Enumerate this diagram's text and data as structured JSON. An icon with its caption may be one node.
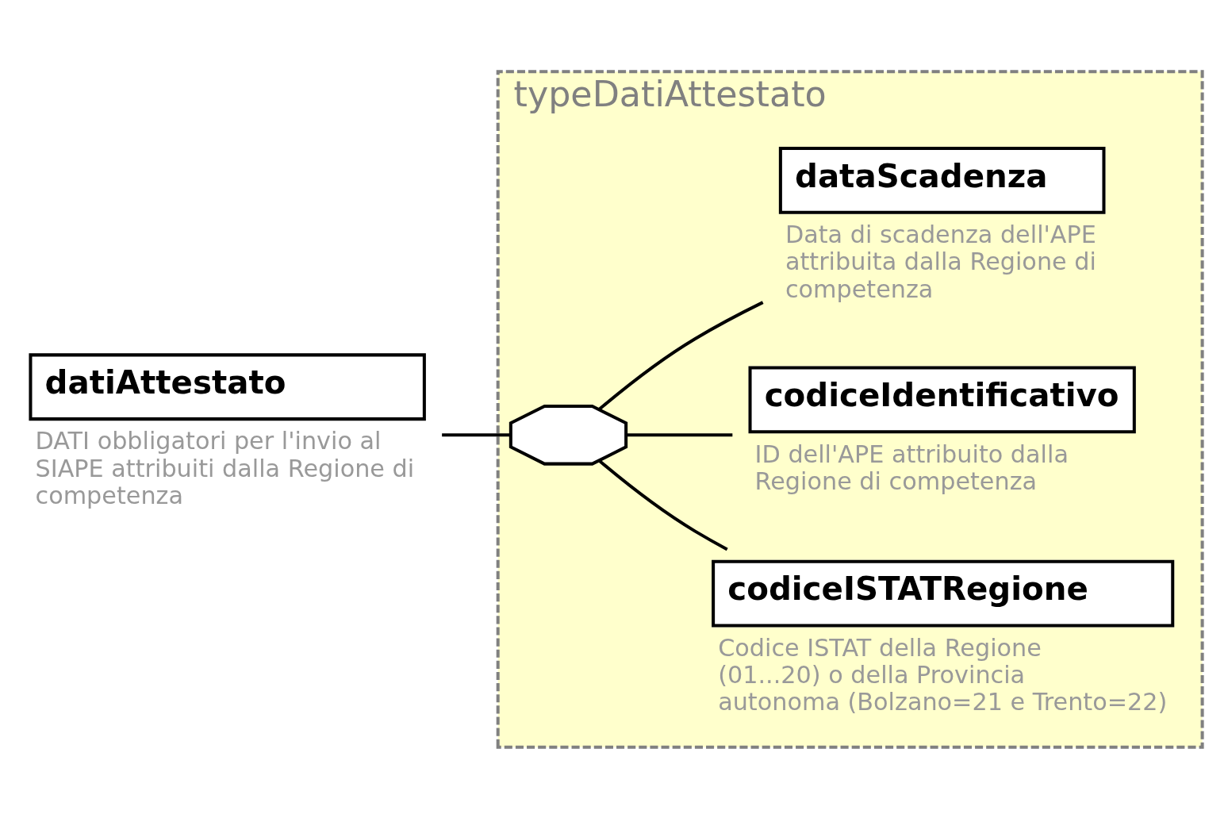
{
  "diagram": {
    "nodes": [
      {
        "text": [
          "typeDatiAttestato"
        ]
      },
      {
        "text": [
          "datiAttestato"
        ],
        "beside": [
          "DATI obbligatori per l'invio al SIAPE attribuiti dalla Regione di competenza"
        ]
      },
      {
        "text": [],
        "shape": "octagon",
        "in": 0
      },
      {
        "text": [
          "codiceISTATRegione"
        ],
        "beside": [
          "Codice ISTAT della Regione (01...20) o della Provincia autonoma (Bolzano=21 e Trento=22)"
        ],
        "in": 0
      },
      {
        "text": [
          "codiceIdentificativo"
        ],
        "beside": [
          "ID dell'APE attribuito dalla Regione di competenza"
        ],
        "in": 0
      },
      {
        "text": [
          "dataScadenza"
        ],
        "beside": [
          "Data di scadenza dell'APE attribuita dalla Regione di competenza"
        ],
        "in": 0
      }
    ],
    "edges": [
      {
        "from": 1,
        "to": 2,
        "arrow": "none"
      },
      {
        "from": 2,
        "to": 3,
        "arrow": "none"
      },
      {
        "from": 2,
        "to": 4,
        "arrow": "none"
      },
      {
        "from": 2,
        "to": 5,
        "arrow": "none"
      }
    ]
  }
}
